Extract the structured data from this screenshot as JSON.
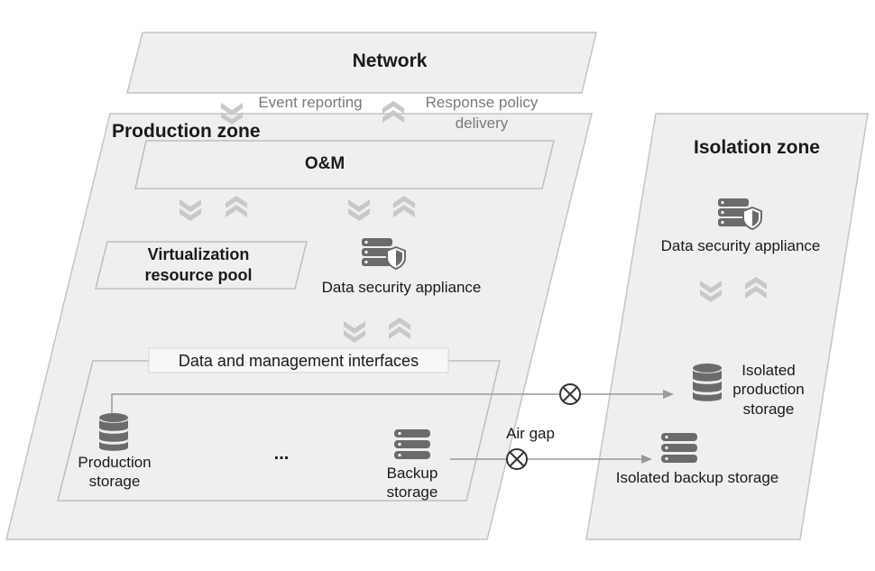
{
  "network": {
    "title": "Network"
  },
  "flows": {
    "event_reporting": "Event reporting",
    "response_policy_line1": "Response policy",
    "response_policy_line2": "delivery"
  },
  "production_zone": {
    "title": "Production zone",
    "om": "O&M",
    "virtualization_line1": "Virtualization",
    "virtualization_line2": "resource pool",
    "appliance": "Data security appliance",
    "interfaces": "Data and management interfaces",
    "production_storage_line1": "Production",
    "production_storage_line2": "storage",
    "ellipsis": "...",
    "backup_storage_line1": "Backup",
    "backup_storage_line2": "storage"
  },
  "air_gap": "Air gap",
  "isolation_zone": {
    "title": "Isolation zone",
    "appliance": "Data security appliance",
    "isolated_production_line1": "Isolated",
    "isolated_production_line2": "production",
    "isolated_production_line3": "storage",
    "isolated_backup": "Isolated backup storage"
  },
  "colors": {
    "zone_fill": "#efefef",
    "zone_stroke": "#c4c4c4",
    "icon": "#6b6b6b",
    "chevron": "#c8c8c8",
    "connector": "#9a9a9a"
  }
}
